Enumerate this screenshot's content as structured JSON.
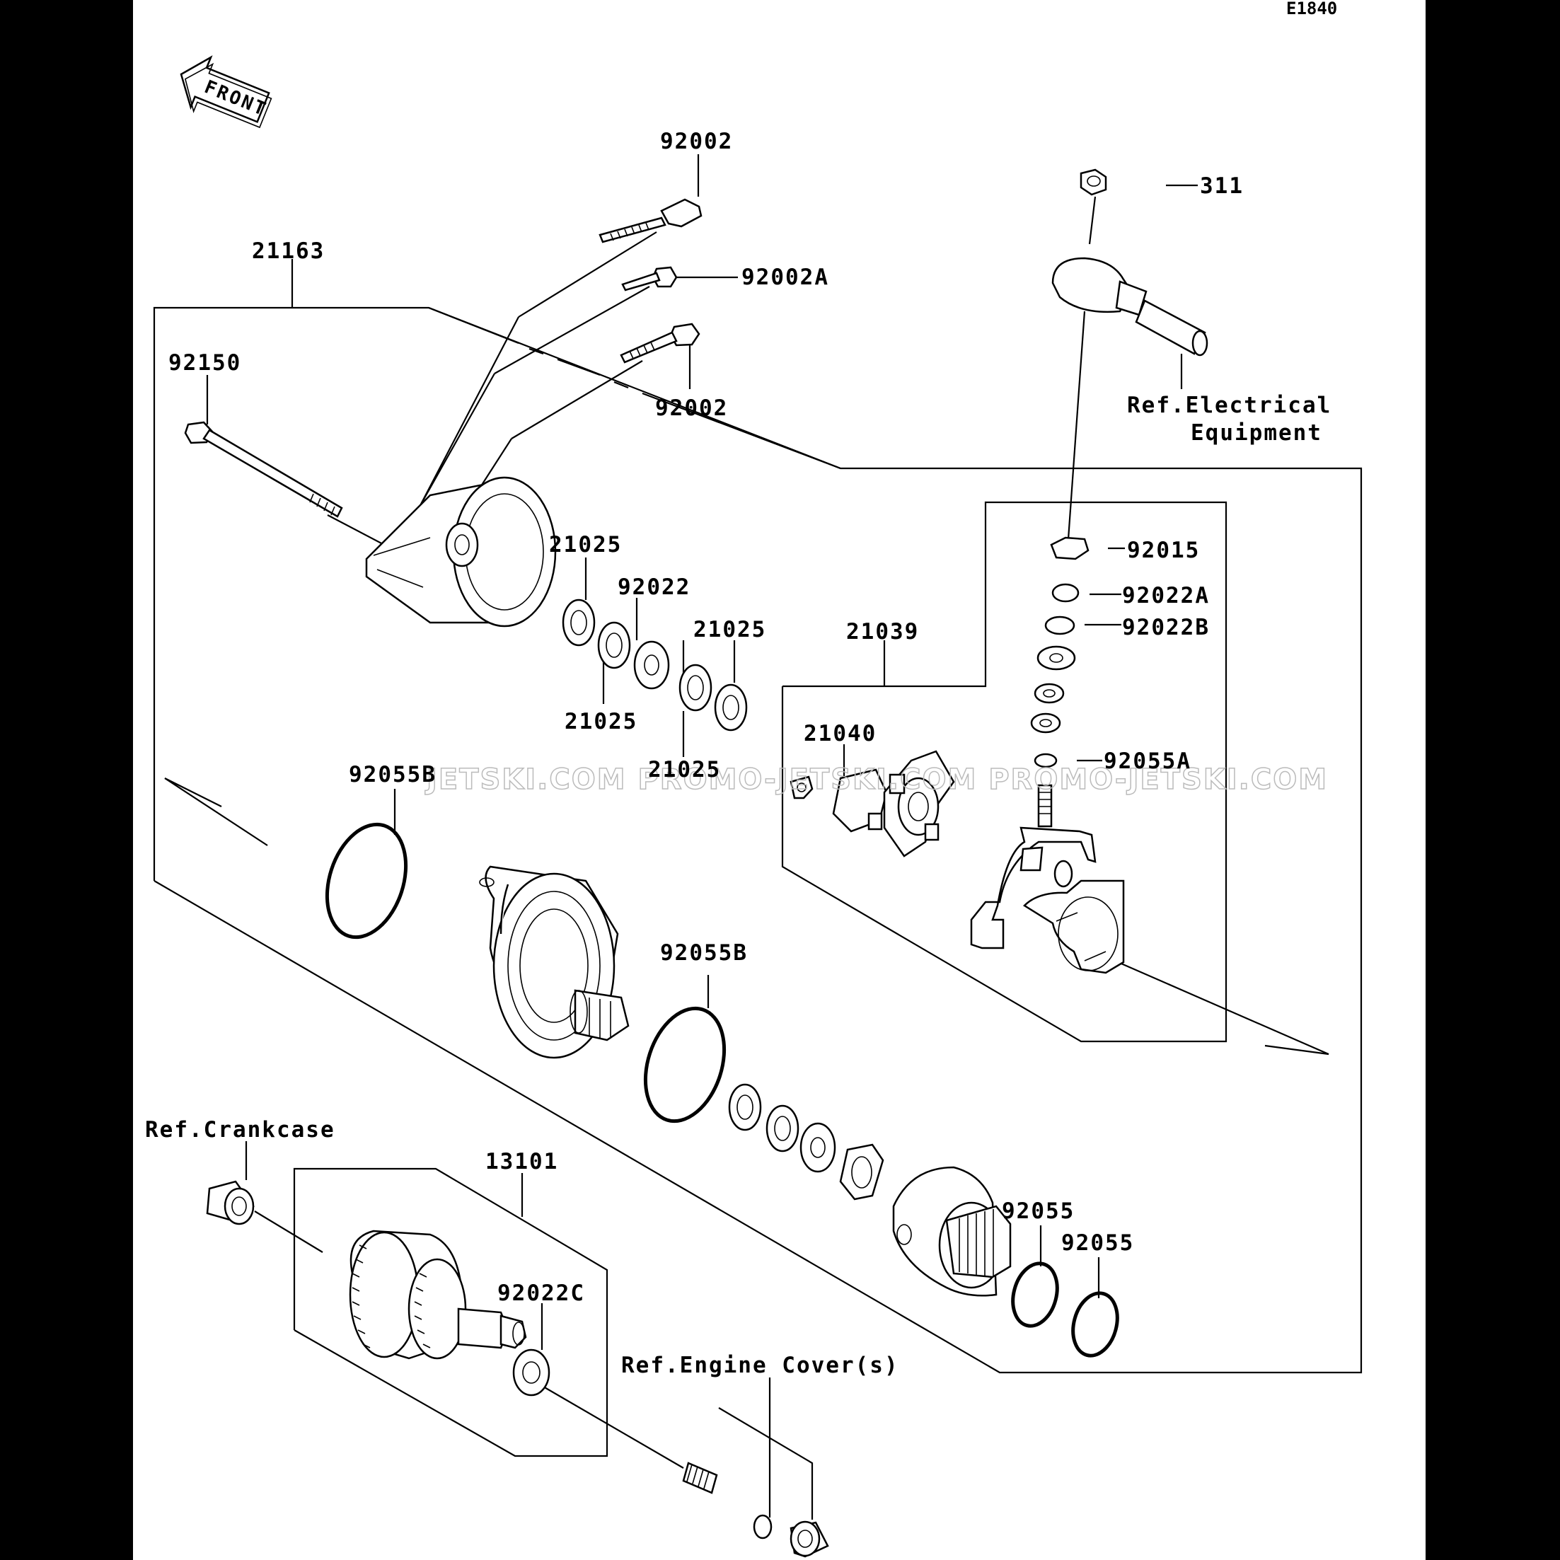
{
  "diagram_code": "E1840",
  "front_label": "FRONT",
  "watermark": "JETSKI.COM  PROMO-JETSKI.COM  PROMO-JETSKI.COM",
  "labels": {
    "p92002_top": "92002",
    "p21163": "21163",
    "p92002A": "92002A",
    "p92150": "92150",
    "p92002_mid": "92002",
    "p311": "311",
    "ref_electrical_1": "Ref.Electrical",
    "ref_electrical_2": "Equipment",
    "p92015": "92015",
    "p21025_a": "21025",
    "p92022": "92022",
    "p21025_b": "21025",
    "p21025_c": "21025",
    "p21025_d": "21025",
    "p92022A": "92022A",
    "p92022B": "92022B",
    "p21039": "21039",
    "p21040": "21040",
    "p92055A": "92055A",
    "p92055B_a": "92055B",
    "p92055B_b": "92055B",
    "ref_crankcase": "Ref.Crankcase",
    "p13101": "13101",
    "p92055_a": "92055",
    "p92055_b": "92055",
    "p92022C": "92022C",
    "ref_engine_cover": "Ref.Engine Cover(s)"
  }
}
